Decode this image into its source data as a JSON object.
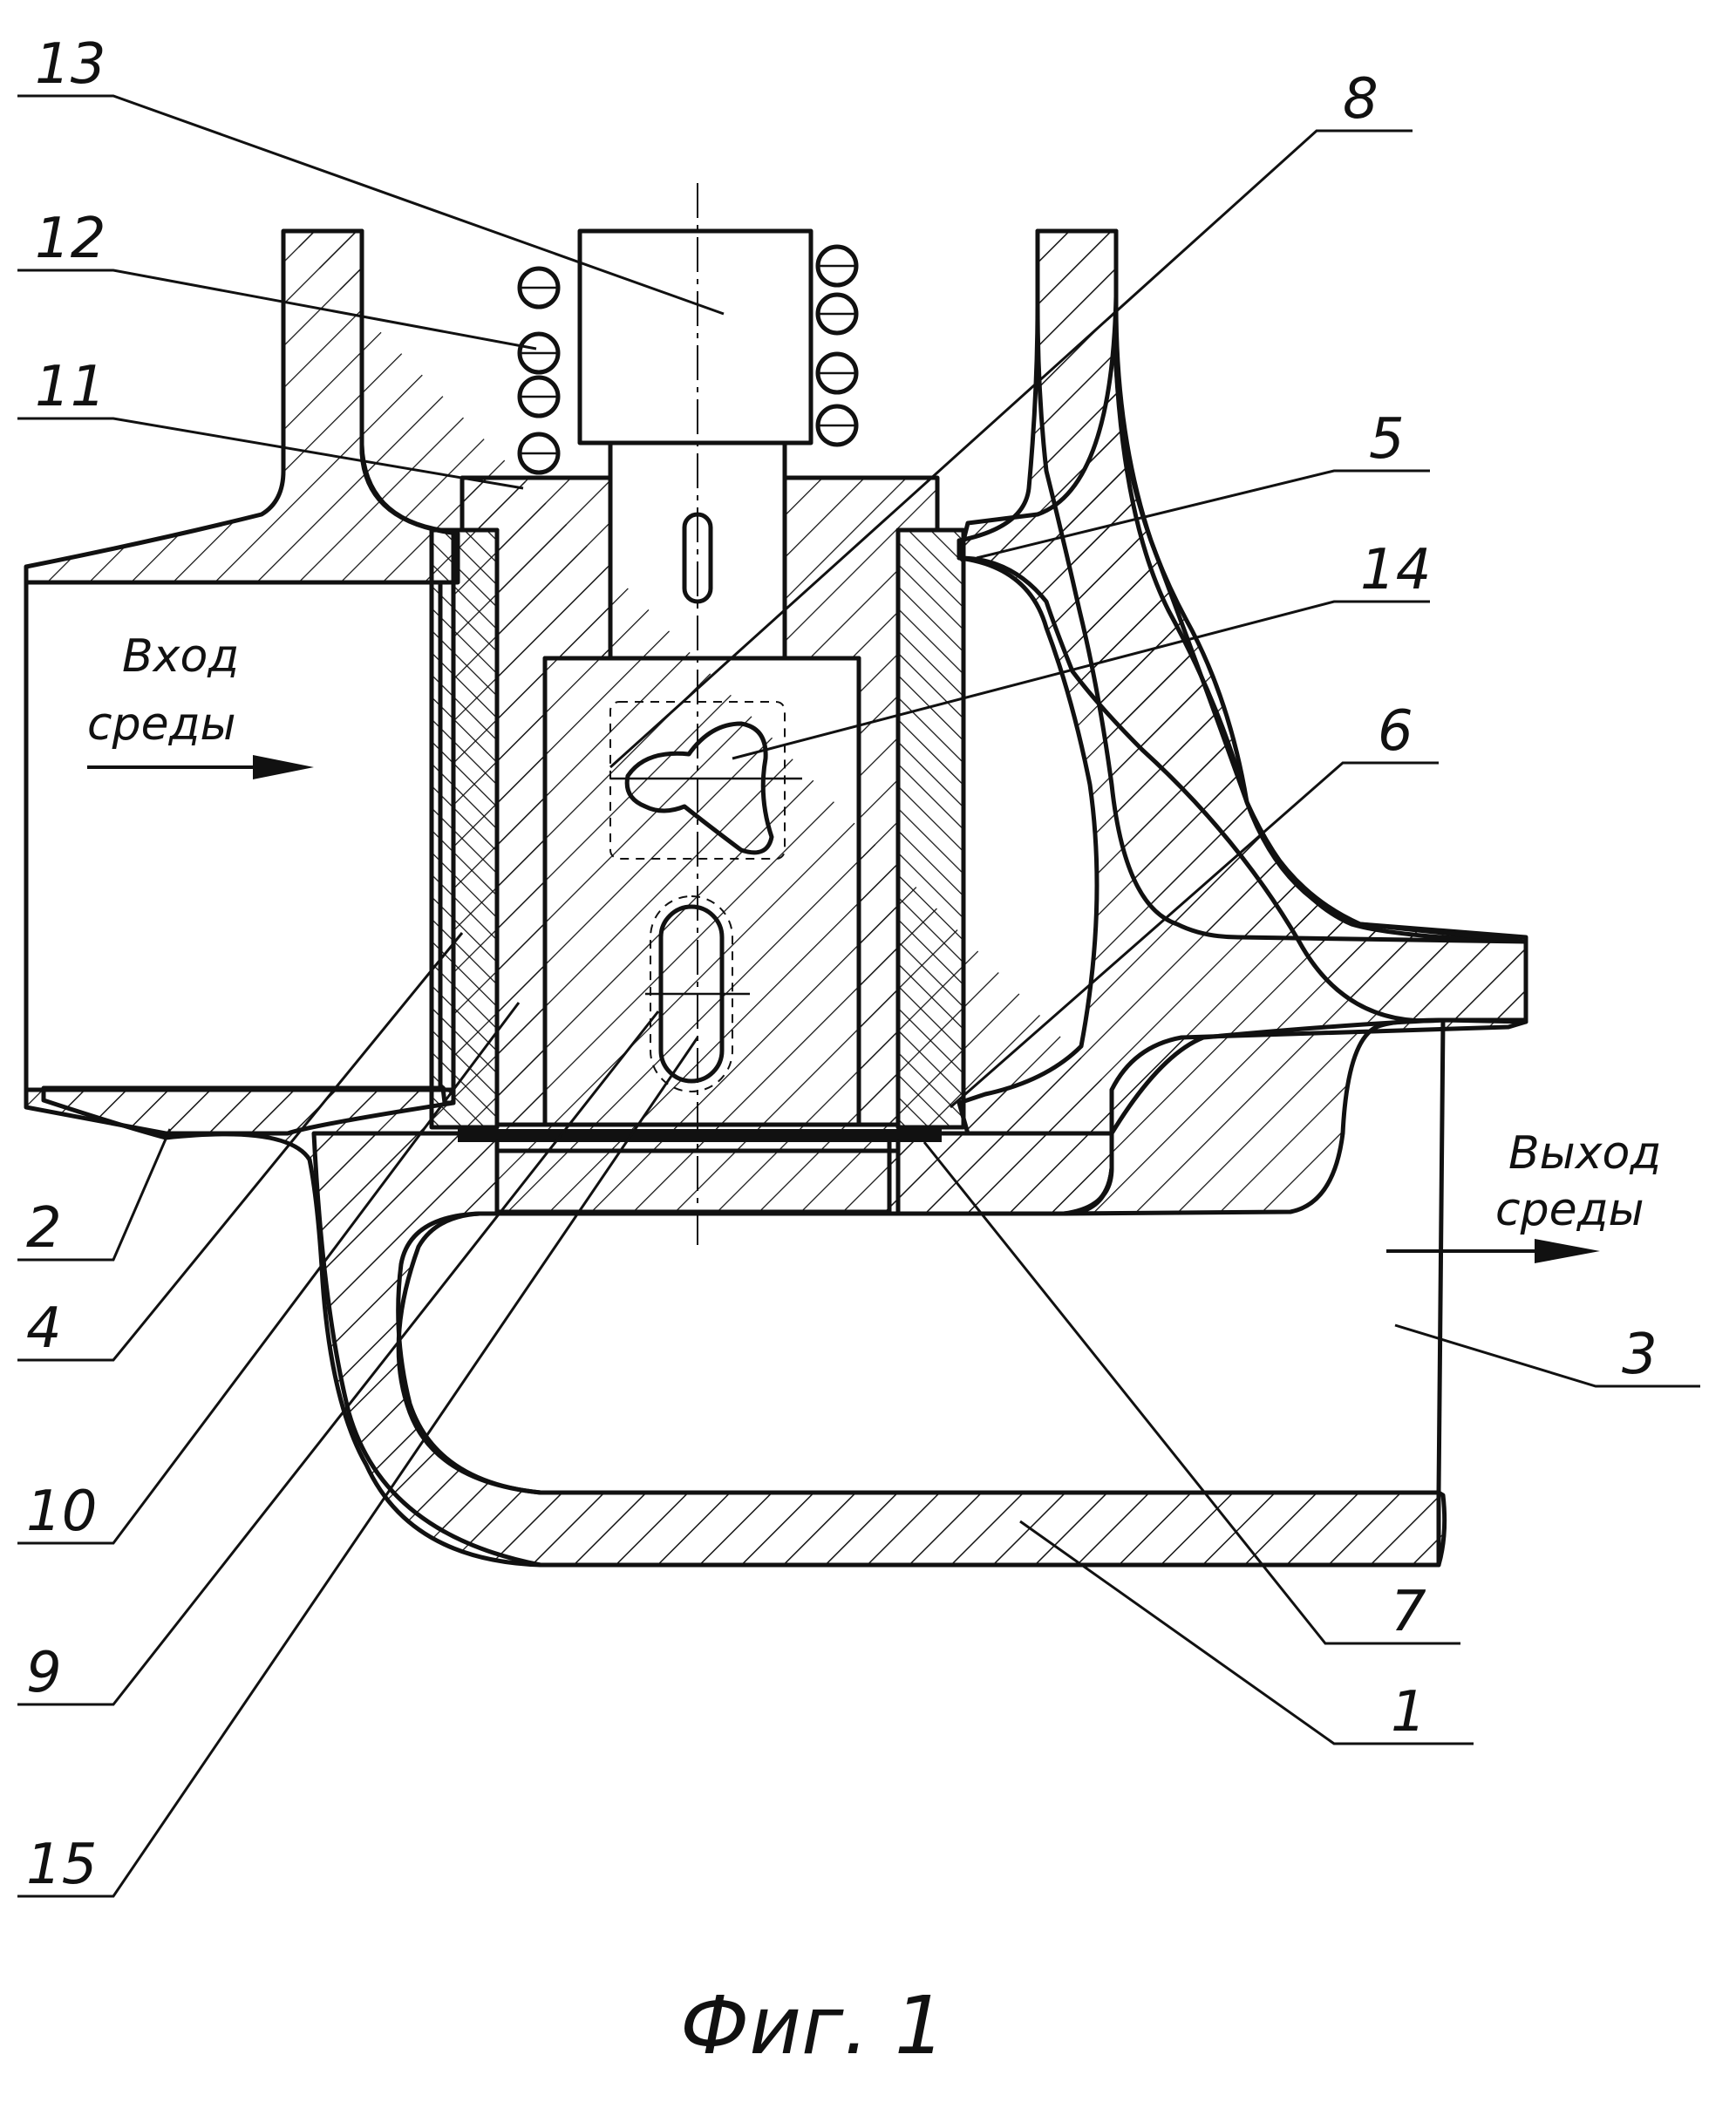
{
  "flow": {
    "inlet_line1": "Вход",
    "inlet_line2": "среды",
    "outlet_line1": "Выход",
    "outlet_line2": "среды"
  },
  "labels": {
    "l1": "1",
    "l2": "2",
    "l3": "3",
    "l4": "4",
    "l5": "5",
    "l6": "6",
    "l7": "7",
    "l8": "8",
    "l9": "9",
    "l10": "10",
    "l11": "11",
    "l12": "12",
    "l13": "13",
    "l14": "14",
    "l15": "15"
  },
  "caption": "Фиг. 1"
}
